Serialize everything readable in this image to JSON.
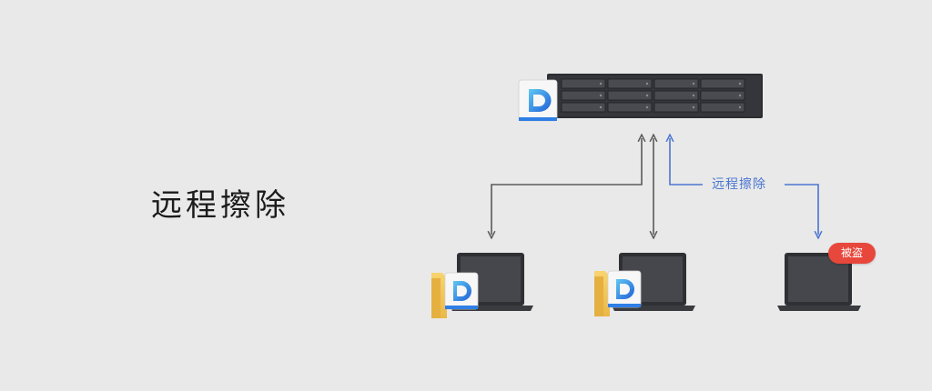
{
  "heading": "远程擦除",
  "edge_label": "远程擦除",
  "stolen_badge": "被盗",
  "icons": {
    "server": "nas-rack-server-icon",
    "app": "drive-app-icon",
    "folder": "folder-icon",
    "laptop": "laptop-icon"
  },
  "colors": {
    "background": "#e9e9e9",
    "sync_arrow": "#5a5a5a",
    "wipe_arrow": "#4a76d0",
    "badge": "#e8473b",
    "device": "#3a3b3f",
    "app_blue": "#2f7fe6",
    "folder_yellow": "#f2c75c"
  }
}
